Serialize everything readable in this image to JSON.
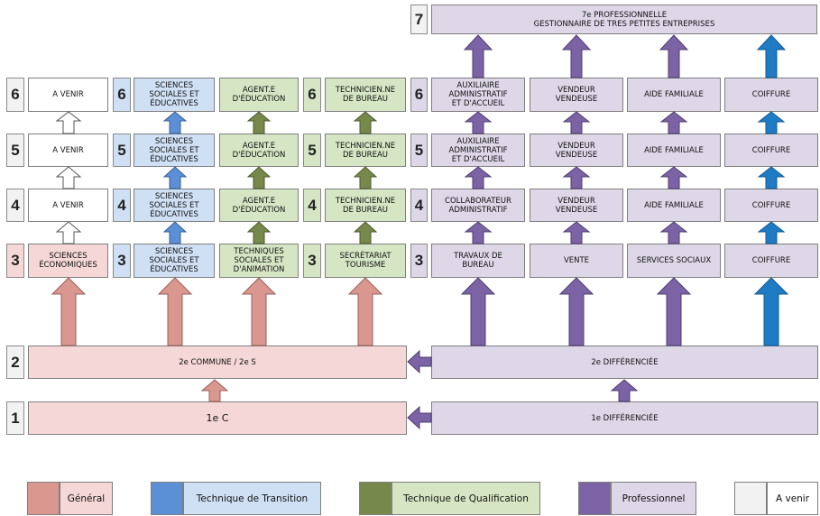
{
  "colors": {
    "general_fill": "#f4d7d6",
    "general_arrow": "#d9978f",
    "transition_fill": "#cfe0f5",
    "transition_arrow": "#5b8fd6",
    "qualification_fill": "#d6e6c4",
    "qualification_arrow": "#76884a",
    "professional_fill": "#ddd7e8",
    "professional_arrow": "#7b63a6",
    "coiffure_arrow": "#1f7bc4",
    "avenir_fill": "#ffffff",
    "number_fill": "#f2f2f2"
  },
  "year_labels": {
    "y7": "7",
    "y6": "6",
    "y5": "5",
    "y4": "4",
    "y3": "3",
    "y2": "2",
    "y1": "1"
  },
  "col_avenir": {
    "y6": "A VENIR",
    "y5": "A VENIR",
    "y4": "A VENIR",
    "y3": "SCIENCES\nÉCONOMIQUES"
  },
  "col_sciences_sociales": {
    "y6": "SCIENCES\nSOCIALES ET\nÉDUCATIVES",
    "y5": "SCIENCES\nSOCIALES ET\nÉDUCATIVES",
    "y4": "SCIENCES\nSOCIALES ET\nÉDUCATIVES",
    "y3": "SCIENCES\nSOCIALES ET\nÉDUCATIVES"
  },
  "col_agent": {
    "y6": "AGENT.E\nD'ÉDUCATION",
    "y5": "AGENT.E\nD'ÉDUCATION",
    "y4": "AGENT.E\nD'ÉDUCATION",
    "y3": "TECHNIQUES\nSOCIALES ET\nD'ANIMATION"
  },
  "col_technicien": {
    "y6": "TECHNICIEN.NE\nDE BUREAU",
    "y5": "TECHNICIEN.NE\nDE BUREAU",
    "y4": "TECHNICIEN.NE\nDE BUREAU",
    "y3": "SECRÉTARIAT\nTOURISME"
  },
  "col_administratif": {
    "y6": "AUXILIAIRE\nADMINISTRATIF\nET D'ACCUEIL",
    "y5": "AUXILIAIRE\nADMINISTRATIF\nET D'ACCUEIL",
    "y4": "COLLABORATEUR\nADMINISTRATIF",
    "y3": "TRAVAUX DE\nBUREAU"
  },
  "col_vente": {
    "y6": "VENDEUR\nVENDEUSE",
    "y5": "VENDEUR\nVENDEUSE",
    "y4": "VENDEUR\nVENDEUSE",
    "y3": "VENTE"
  },
  "col_familiale": {
    "y6": "AIDE FAMILIALE",
    "y5": "AIDE FAMILIALE",
    "y4": "AIDE FAMILIALE",
    "y3": "SERVICES SOCIAUX"
  },
  "col_coiffure": {
    "y6": "COIFFURE",
    "y5": "COIFFURE",
    "y4": "COIFFURE",
    "y3": "COIFFURE"
  },
  "year7": {
    "label": "7e PROFESSIONNELLE\nGESTIONNAIRE DE TRES PETITES ENTREPRISES"
  },
  "degree2": {
    "commune": "2e COMMUNE / 2e S",
    "differenciee": "2e DIFFÉRENCIÉE"
  },
  "degree1": {
    "commune": "1e C",
    "differenciee": "1e DIFFÉRENCIÉE"
  },
  "legend": {
    "general": "Général",
    "transition": "Technique de Transition",
    "qualification": "Technique de Qualification",
    "professionnel": "Professionnel",
    "avenir": "A venir"
  }
}
